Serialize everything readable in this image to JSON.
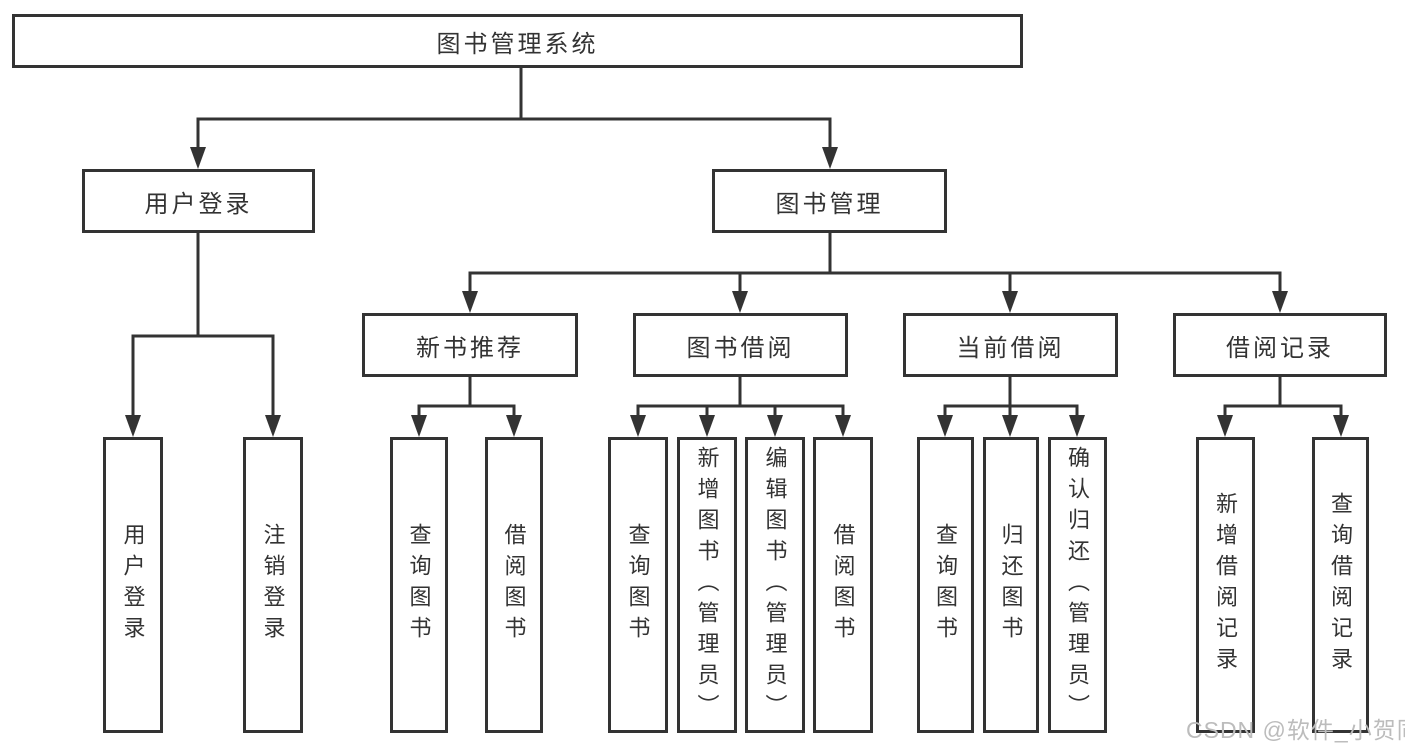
{
  "colors": {
    "line": "#333333",
    "text": "#333333",
    "box_background": "#ffffff",
    "page_background": "#ffffff",
    "watermark": "#bcbcbc"
  },
  "watermark": {
    "text": "CSDN @软件_小贺同学"
  },
  "tree": {
    "root": {
      "label": "图书管理系统",
      "children": [
        {
          "label": "用户登录",
          "children": [
            {
              "label": "用户登录"
            },
            {
              "label": "注销登录"
            }
          ]
        },
        {
          "label": "图书管理",
          "children": [
            {
              "label": "新书推荐",
              "children": [
                {
                  "label": "查询图书"
                },
                {
                  "label": "借阅图书"
                }
              ]
            },
            {
              "label": "图书借阅",
              "children": [
                {
                  "label": "查询图书"
                },
                {
                  "label": "新增图书（管理员）"
                },
                {
                  "label": "编辑图书（管理员）"
                },
                {
                  "label": "借阅图书"
                }
              ]
            },
            {
              "label": "当前借阅",
              "children": [
                {
                  "label": "查询图书"
                },
                {
                  "label": "归还图书"
                },
                {
                  "label": "确认归还（管理员）"
                }
              ]
            },
            {
              "label": "借阅记录",
              "children": [
                {
                  "label": "新增借阅记录"
                },
                {
                  "label": "查询借阅记录"
                }
              ]
            }
          ]
        }
      ]
    }
  }
}
